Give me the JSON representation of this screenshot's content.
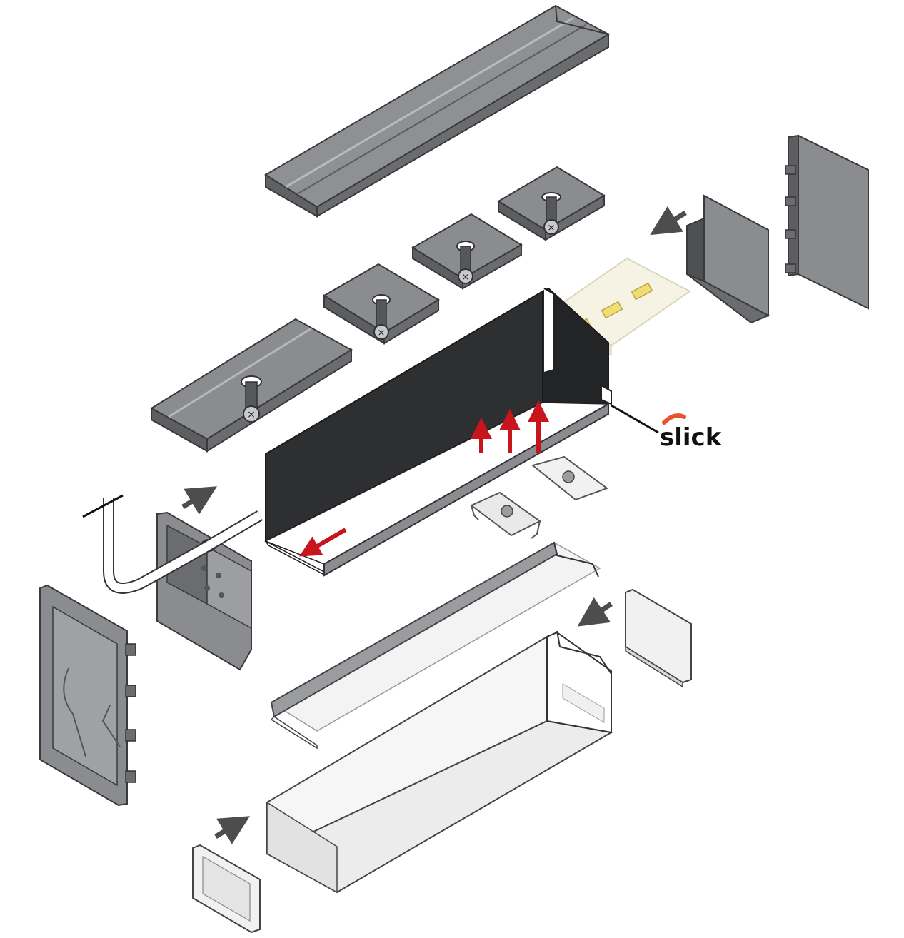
{
  "callout": {
    "brand_label": "slick",
    "brand_accent_color": "#e8542a"
  },
  "colors": {
    "aluminium": "#7d7f82",
    "aluminium_light": "#a9abae",
    "aluminium_dark": "#55575a",
    "black_profile": "#2e2f31",
    "diffuser": "#f3f3f3",
    "led_strip": "#f6f2e2",
    "led_chip": "#f0dd74",
    "assembly_arrow": "#4d4d4d",
    "insert_arrow": "#c8141c"
  },
  "parts": [
    "top-cover-profile",
    "mounting-clip",
    "end-cap-grey",
    "led-strip",
    "black-profile",
    "end-cap-with-cable-entry",
    "cable",
    "end-cap-outer-grey",
    "mounting-spring-clip",
    "diffuser-strip",
    "white-profile",
    "end-cap-white"
  ]
}
